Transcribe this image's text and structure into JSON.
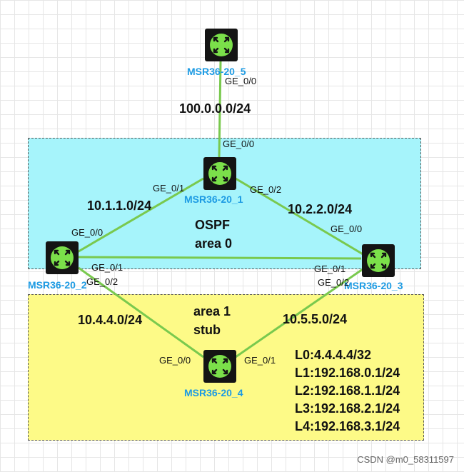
{
  "areas": {
    "area0_line1": "OSPF",
    "area0_line2": "area 0",
    "area1_line1": "area 1",
    "area1_line2": "stub"
  },
  "routers": {
    "r5": "MSR36-20_5",
    "r1": "MSR36-20_1",
    "r2": "MSR36-20_2",
    "r3": "MSR36-20_3",
    "r4": "MSR36-20_4"
  },
  "ports": {
    "r5_ge00": "GE_0/0",
    "r1_ge00": "GE_0/0",
    "r1_ge01": "GE_0/1",
    "r1_ge02": "GE_0/2",
    "r2_ge00": "GE_0/0",
    "r2_ge01": "GE_0/1",
    "r2_ge02": "GE_0/2",
    "r3_ge00": "GE_0/0",
    "r3_ge01": "GE_0/1",
    "r3_ge02": "GE_0/2",
    "r4_ge00": "GE_0/0",
    "r4_ge01": "GE_0/1"
  },
  "networks": {
    "n1": "100.0.0.0/24",
    "n2": "10.1.1.0/24",
    "n3": "10.2.2.0/24",
    "n4": "10.4.4.0/24",
    "n5": "10.5.5.0/24"
  },
  "loopbacks": [
    "L0:4.4.4.4/32",
    "L1:192.168.0.1/24",
    "L2:192.168.1.1/24",
    "L3:192.168.2.1/24",
    "L4:192.168.3.1/24"
  ],
  "watermark": "CSDN @m0_58311597",
  "colors": {
    "area0_fill": "#a6f4fb",
    "area1_fill": "#fdfa87",
    "link": "#79c94e",
    "router_icon": "#7be04a",
    "device_label": "#1d9be3"
  }
}
